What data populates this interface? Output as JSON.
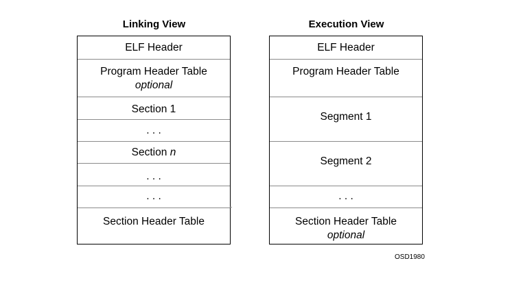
{
  "linking_view": {
    "title": "Linking View",
    "cells": {
      "elf_header": "ELF Header",
      "program_header_table": "Program Header Table",
      "program_header_note": "optional",
      "section_1": "Section 1",
      "ellipsis_1": ". . .",
      "section_n_prefix": "Section",
      "section_n_var": "n",
      "ellipsis_2": ". . .",
      "ellipsis_3": ". . .",
      "section_header_table": "Section Header Table"
    }
  },
  "execution_view": {
    "title": "Execution View",
    "cells": {
      "elf_header": "ELF Header",
      "program_header_table": "Program Header Table",
      "segment_1": "Segment 1",
      "segment_2": "Segment 2",
      "ellipsis": ". . .",
      "section_header_table": "Section Header Table",
      "section_header_note": "optional"
    }
  },
  "figure_id": "OSD1980"
}
